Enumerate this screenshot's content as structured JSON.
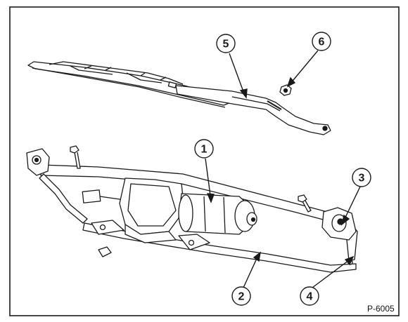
{
  "figure": {
    "reference_code": "P-6005",
    "callouts": [
      "1",
      "2",
      "3",
      "4",
      "5",
      "6"
    ]
  },
  "colors": {
    "line": "#1a1a1a",
    "fill": "#ffffff",
    "shade": "#d8d8d8"
  }
}
